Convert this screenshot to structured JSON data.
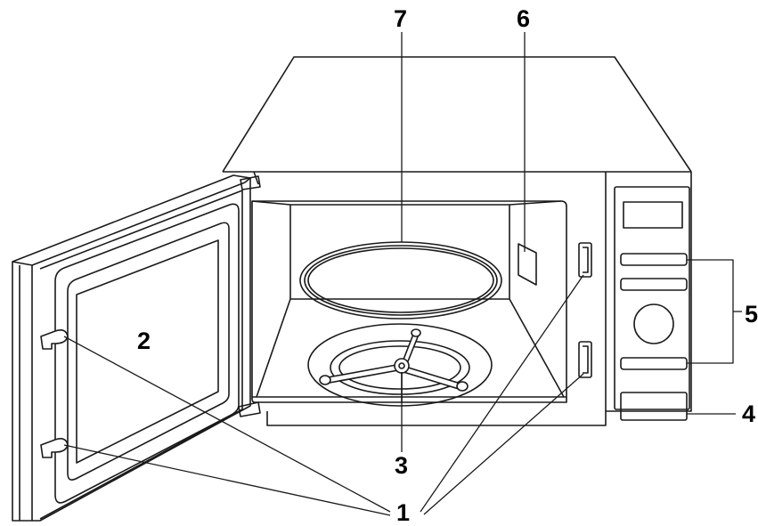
{
  "diagram": {
    "labels": {
      "door_safety_interlock": "1",
      "door": "2",
      "turntable_support": "3",
      "door_release_button": "4",
      "control_panel": "5",
      "waveguide_cover": "6",
      "glass_tray": "7"
    }
  }
}
